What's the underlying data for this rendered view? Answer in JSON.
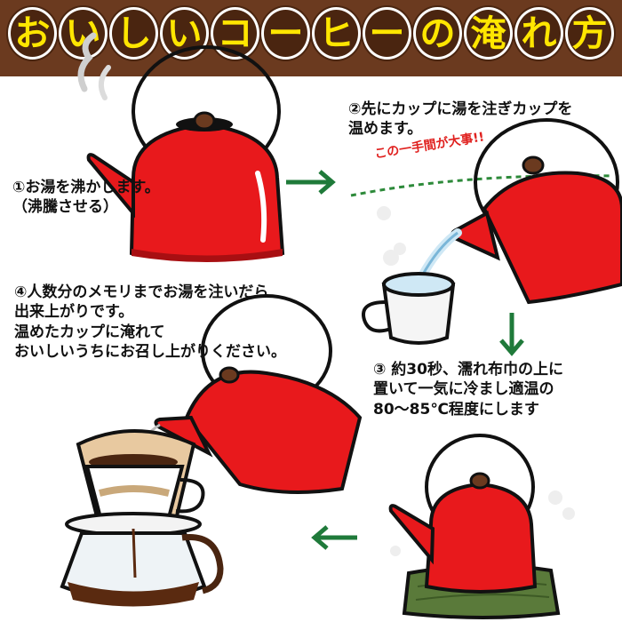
{
  "title": {
    "chars": [
      "お",
      "い",
      "し",
      "い",
      "コ",
      "ー",
      "ヒ",
      "ー",
      "の",
      "淹",
      "れ",
      "方"
    ]
  },
  "steps": {
    "step1": {
      "lines": [
        "①お湯を沸かします。",
        "（沸騰させる）"
      ]
    },
    "step2": {
      "lines": [
        "②先にカップに湯を注ぎカップを",
        "温めます。"
      ],
      "note": "この一手間が大事!!"
    },
    "step3": {
      "lines": [
        "③ 約30秒、濡れ布巾の上に",
        "置いて一気に冷まし適温の",
        "80〜85℃程度にします"
      ]
    },
    "step4": {
      "lines": [
        "④人数分のメモリまでお湯を注いだら",
        "出来上がりです。",
        "温めたカップに淹れて",
        "おいしいうちにお召し上がりください。"
      ]
    }
  },
  "colors": {
    "kettle_red": "#e8191c",
    "arrow_green": "#1f7a3a",
    "title_brown": "#4a2510",
    "title_yellow": "#ffe600",
    "coffee_brown": "#5a2a10",
    "cloth_green": "#5a7a3a"
  },
  "icons": [
    "kettle-icon",
    "cup-icon",
    "coffee-dripper-icon",
    "cloth-icon",
    "steam-icon",
    "arrow-right-icon",
    "arrow-down-icon",
    "arrow-left-icon"
  ]
}
